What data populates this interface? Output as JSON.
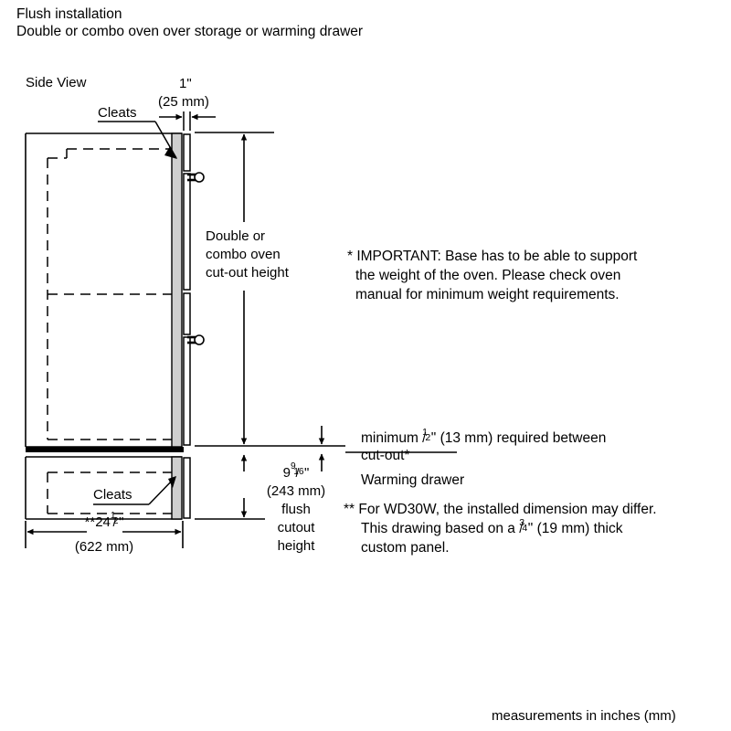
{
  "page": {
    "title_line1": "Flush installation",
    "title_line2": "Double or combo oven over storage or warming drawer",
    "footer": "measurements in inches (mm)",
    "background_color": "#ffffff",
    "line_color": "#000000",
    "cleat_fill_color": "#cfcfcf"
  },
  "diagram": {
    "view_label": "Side View",
    "cleats_label_top": "Cleats",
    "cleats_label_bottom": "Cleats",
    "panel_thickness": {
      "inches": "1\"",
      "mm": "(25 mm)"
    },
    "oven_cutout_height_label": {
      "line1": "Double or",
      "line2": "combo oven",
      "line3": "cut-out height"
    },
    "flush_cutout_height_label": {
      "value_whole": "9",
      "value_num": "9",
      "value_den": "16",
      "value_unit": "\"",
      "mm": "(243 mm)",
      "line3": "flush",
      "line4": "cutout",
      "line5": "height"
    },
    "depth_dimension": {
      "prefix": "**",
      "value_whole": "24",
      "value_num": "1",
      "value_den": "2",
      "value_unit": "\"",
      "mm": "(622 mm)"
    }
  },
  "notes": {
    "important": {
      "line1": "* IMPORTANT: Base has to be able to support",
      "line2": "the weight of the oven. Please check oven",
      "line3": "manual for minimum weight requirements."
    },
    "minimum_gap": {
      "prefix": "minimum ",
      "frac_num": "1",
      "frac_den": "2",
      "suffix": "\" (13 mm) required between",
      "line2": "cut-out*"
    },
    "warming_drawer_label": "Warming drawer",
    "wd30w": {
      "line1": "** For WD30W, the installed dimension may differ.",
      "line2_prefix": "This drawing based on a ",
      "line2_frac_num": "3",
      "line2_frac_den": "4",
      "line2_suffix": "\" (19 mm) thick",
      "line3": "custom panel."
    }
  }
}
